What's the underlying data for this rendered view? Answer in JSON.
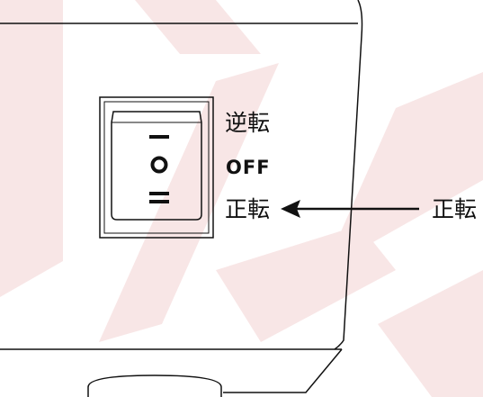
{
  "switch_labels": {
    "reverse": "逆転",
    "off": "OFF",
    "forward": "正転"
  },
  "callout": {
    "label": "正転"
  },
  "colors": {
    "line": "#111111",
    "watermark": "#f7e6e6",
    "background": "#ffffff"
  }
}
